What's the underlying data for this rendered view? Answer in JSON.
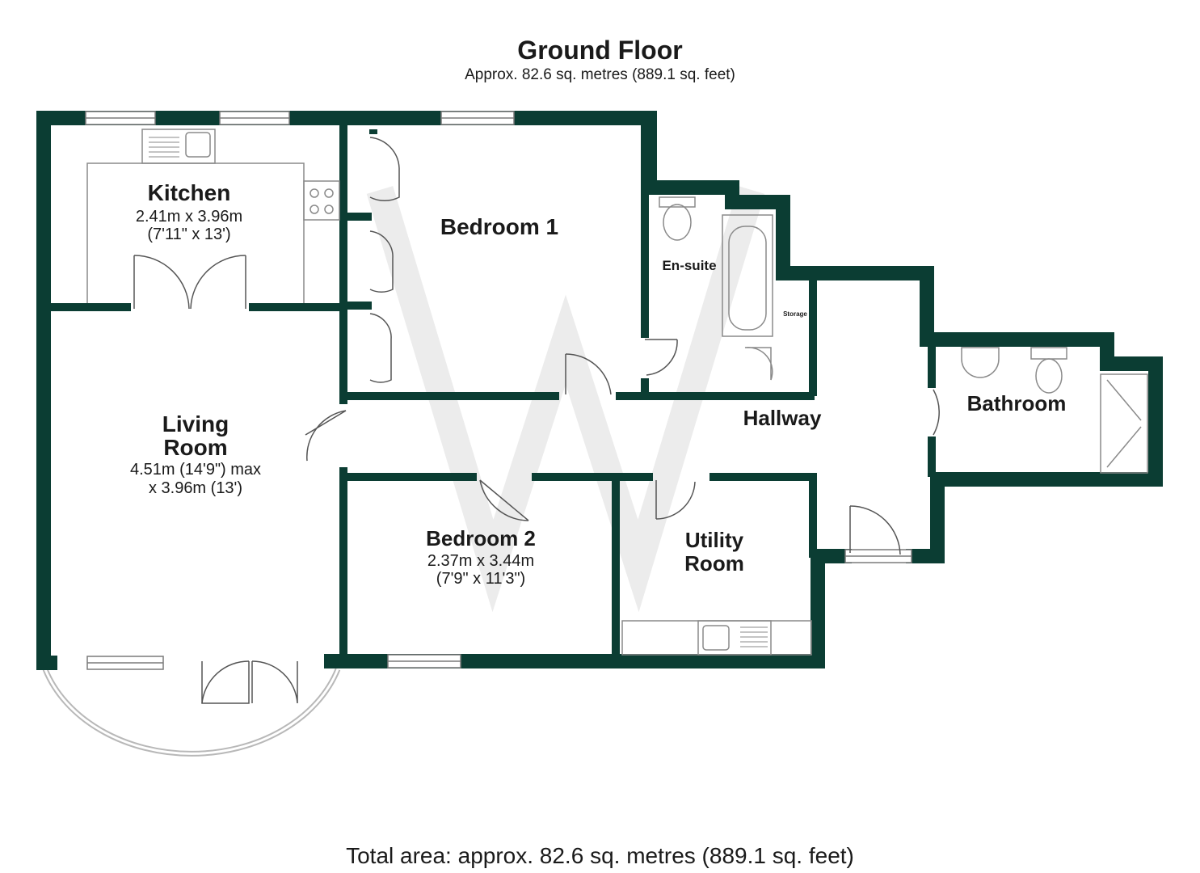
{
  "header": {
    "title": "Ground Floor",
    "subtitle": "Approx. 82.6 sq. metres (889.1 sq. feet)"
  },
  "footer": {
    "total": "Total area: approx. 82.6 sq. metres (889.1 sq. feet)"
  },
  "colors": {
    "wall": "#0b3d33",
    "fixture": "#9a9a9a",
    "watermark": "#e6e6e6"
  },
  "rooms": {
    "kitchen": {
      "name": "Kitchen",
      "dim1": "2.41m x 3.96m",
      "dim2": "(7'11\" x 13')"
    },
    "bedroom1": {
      "name": "Bedroom 1"
    },
    "ensuite": {
      "name": "En-suite"
    },
    "storage": {
      "name": "Storage"
    },
    "living": {
      "name1": "Living",
      "name2": "Room",
      "dim1": "4.51m (14'9\") max",
      "dim2": "x 3.96m (13')"
    },
    "hallway": {
      "name": "Hallway"
    },
    "bathroom": {
      "name": "Bathroom"
    },
    "bedroom2": {
      "name": "Bedroom 2",
      "dim1": "2.37m x 3.44m",
      "dim2": "(7'9\" x 11'3\")"
    },
    "utility": {
      "name1": "Utility",
      "name2": "Room"
    }
  }
}
